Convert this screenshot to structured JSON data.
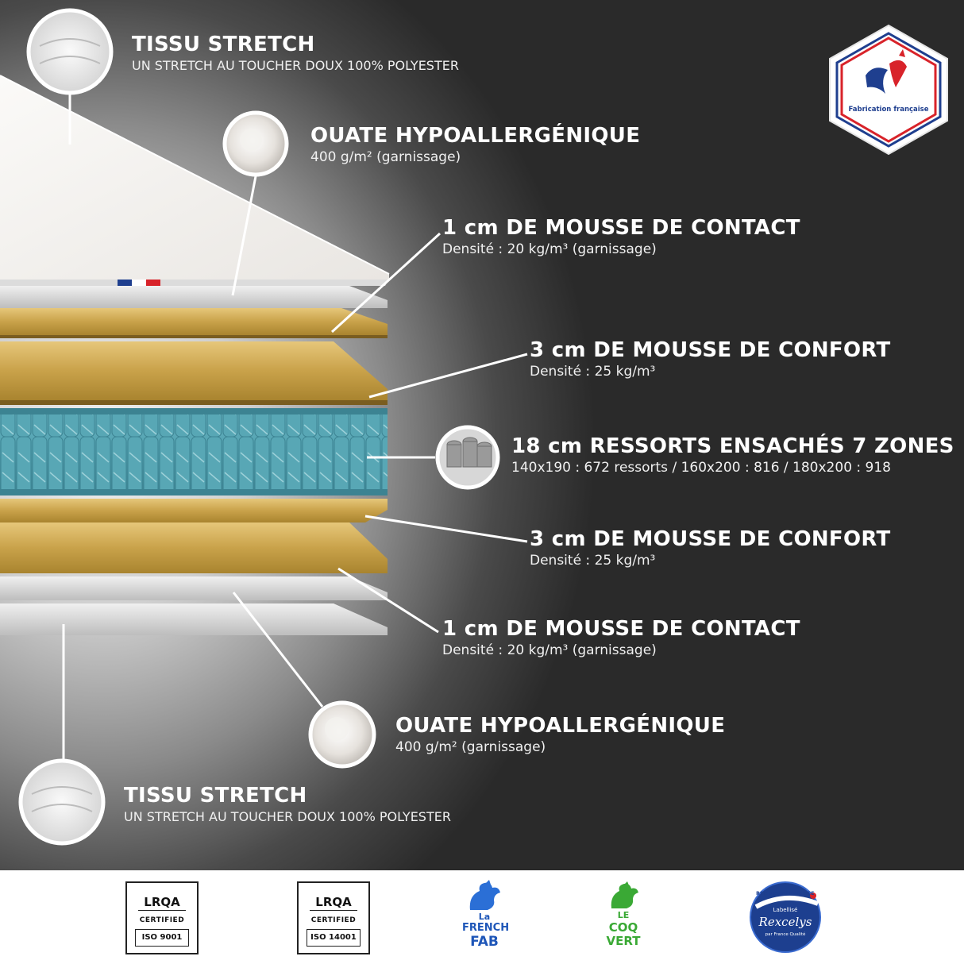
{
  "colors": {
    "background_dark": "#2a2a2a",
    "mousse_gold": "#c9a24a",
    "ressorts_blue": "#4f9fae",
    "tissu_white": "#f4f2ef",
    "blue_france": "#1f3f8f",
    "red_france": "#d8232a"
  },
  "layers": [
    {
      "title": "TISSU STRETCH",
      "subtitle": "UN STRETCH AU TOUCHER DOUX 100% POLYESTER"
    },
    {
      "title": "OUATE HYPOALLERGÉNIQUE",
      "subtitle": "400 g/m² (garnissage)"
    },
    {
      "title": "1 cm DE MOUSSE DE CONTACT",
      "subtitle": "Densité : 20 kg/m³ (garnissage)"
    },
    {
      "title": "3 cm DE MOUSSE DE CONFORT",
      "subtitle": "Densité : 25 kg/m³"
    },
    {
      "title": "18 cm RESSORTS ENSACHÉS 7 ZONES",
      "subtitle": "140x190 : 672 ressorts / 160x200 : 816 / 180x200 : 918"
    },
    {
      "title": "3 cm DE MOUSSE DE CONFORT",
      "subtitle": "Densité : 25 kg/m³"
    },
    {
      "title": "1 cm DE MOUSSE DE CONTACT",
      "subtitle": "Densité : 20 kg/m³ (garnissage)"
    },
    {
      "title": "OUATE HYPOALLERGÉNIQUE",
      "subtitle": "400 g/m² (garnissage)"
    },
    {
      "title": "TISSU STRETCH",
      "subtitle": "UN STRETCH AU TOUCHER DOUX 100% POLYESTER"
    }
  ],
  "badge": {
    "label": "Fabrication française"
  },
  "certifications": [
    {
      "brand": "LRQA",
      "status": "CERTIFIED",
      "standard": "ISO 9001"
    },
    {
      "brand": "LRQA",
      "status": "CERTIFIED",
      "standard": "ISO 14001"
    }
  ],
  "french_fab": {
    "line1": "La",
    "line2": "FRENCH",
    "line3": "FAB"
  },
  "coq_vert": {
    "line1": "LE",
    "line2": "COQ",
    "line3": "VERT"
  },
  "rexcelys": {
    "top": "RSE PERFORMANCE",
    "labelled": "Labellisé",
    "name": "Rexcelys",
    "by": "par France Qualité"
  }
}
